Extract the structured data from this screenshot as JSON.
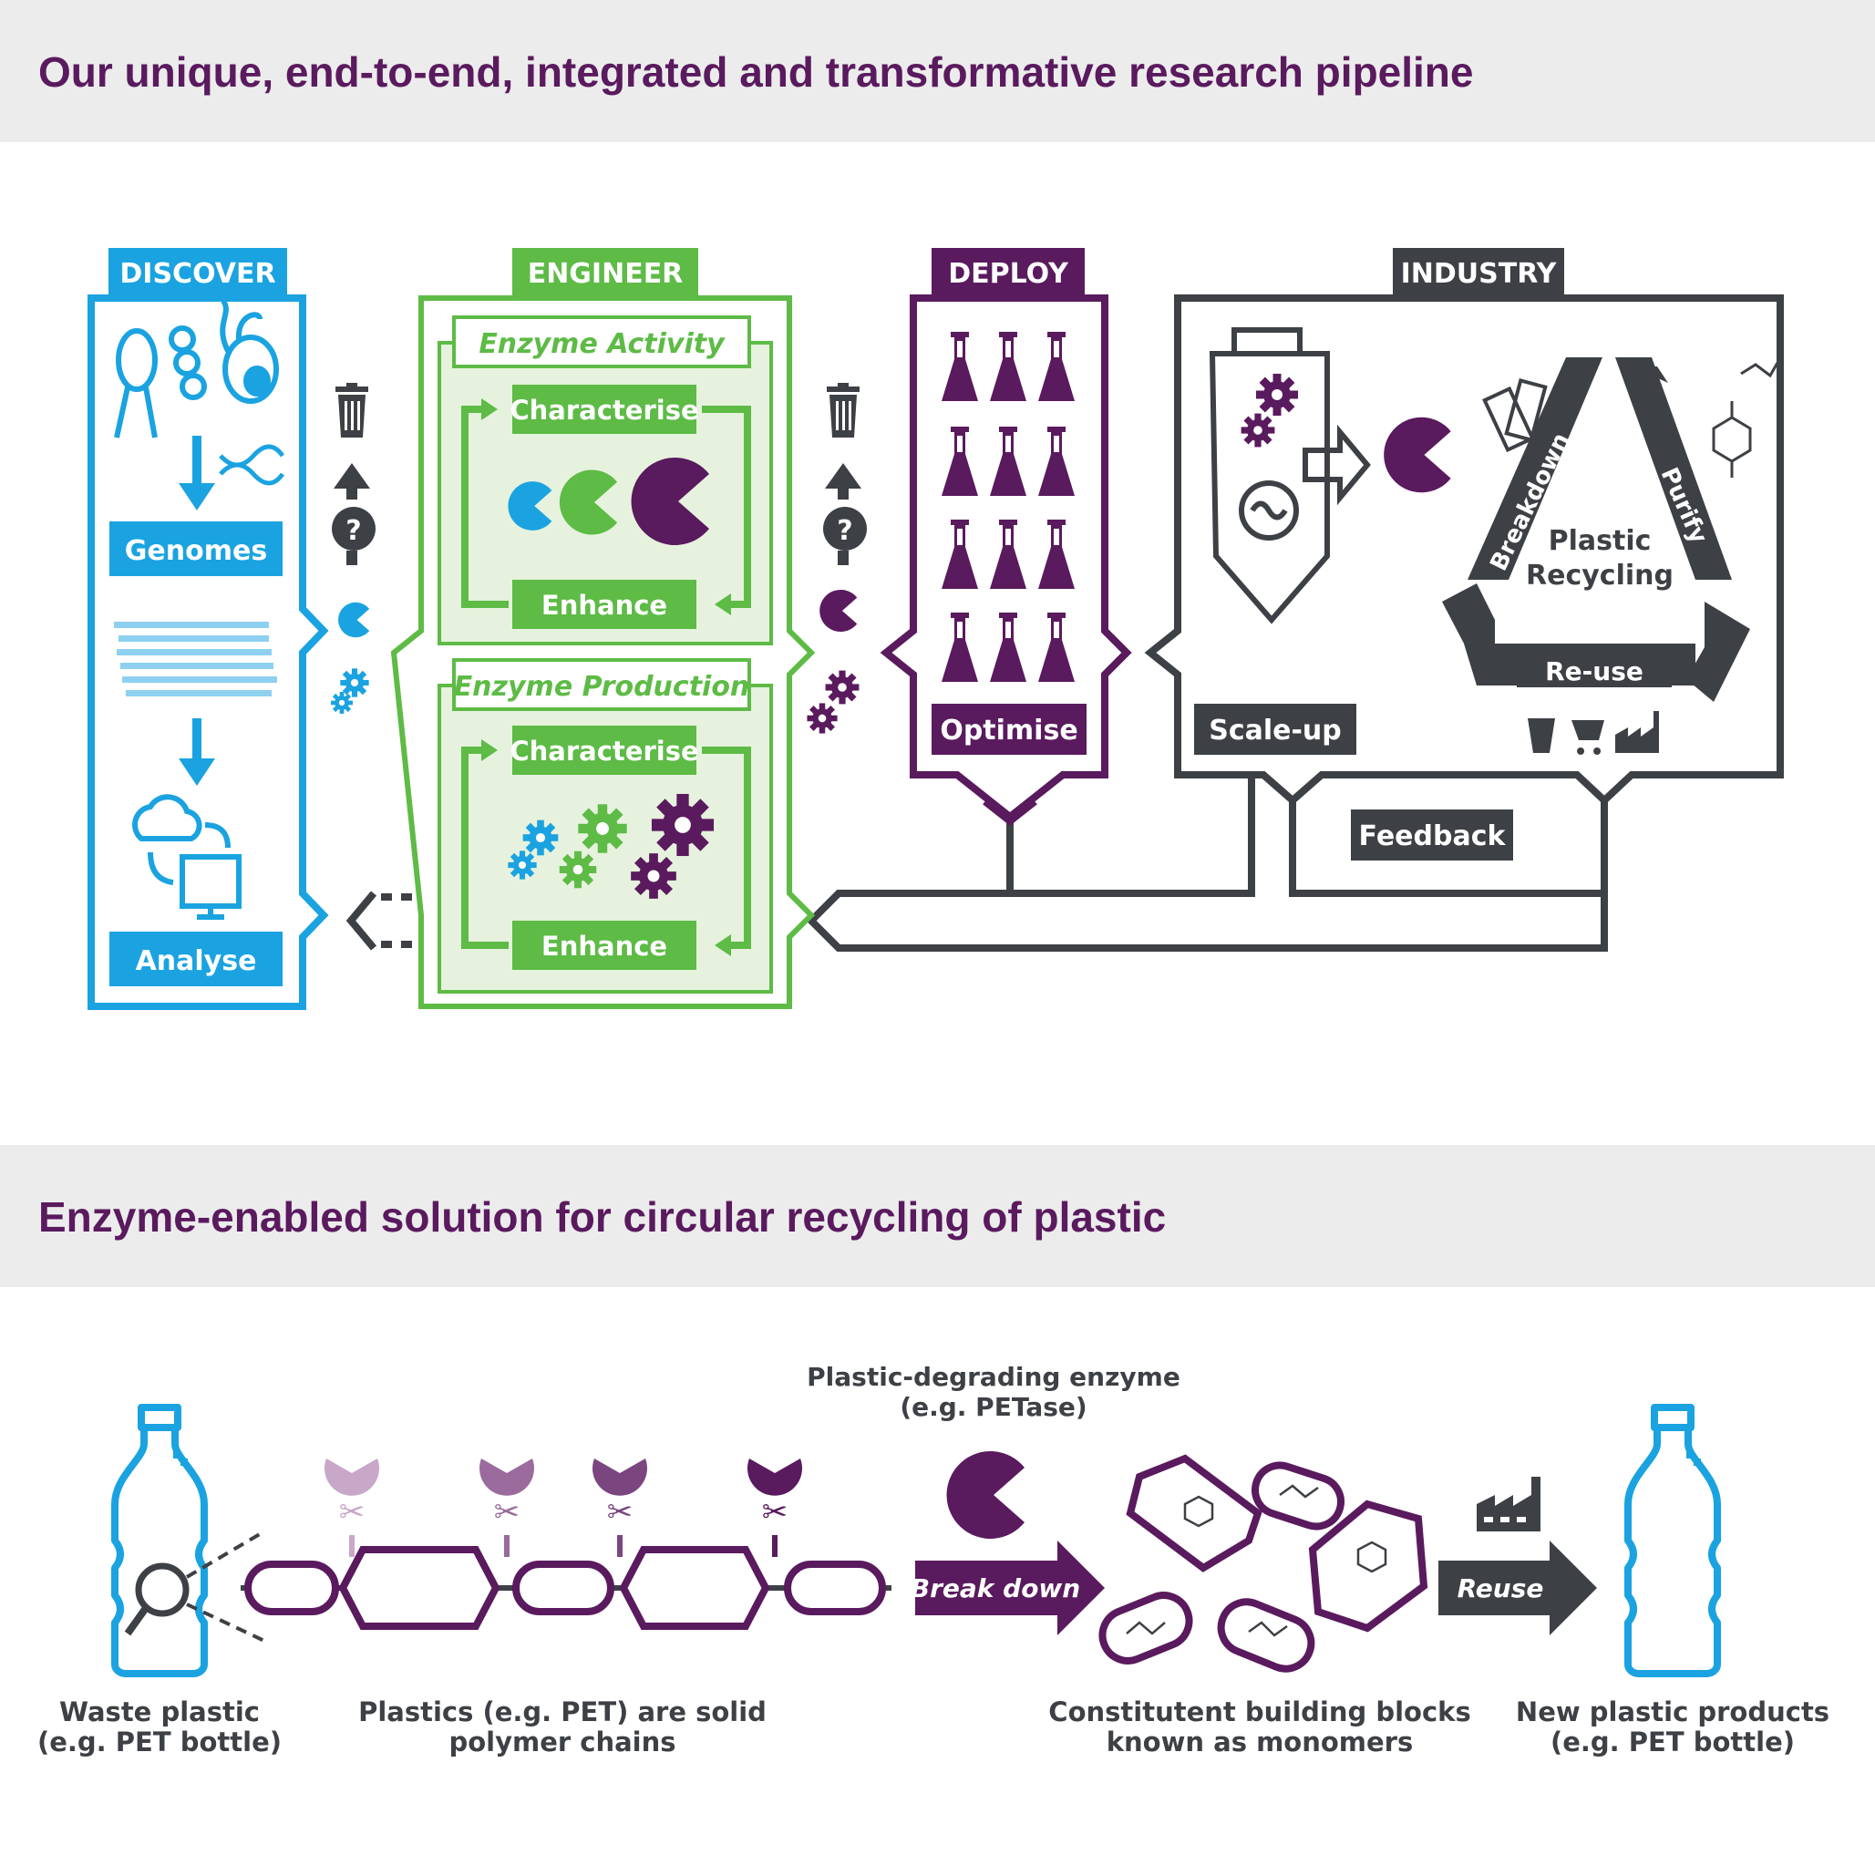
{
  "pipeline": {
    "title": "Our unique, end-to-end, integrated and transformative research pipeline",
    "discover": {
      "header": "DISCOVER",
      "genomes": "Genomes",
      "analyse": "Analyse"
    },
    "engineer": {
      "header": "ENGINEER",
      "activity": {
        "title": "Enzyme Activity",
        "characterise": "Characterise",
        "enhance": "Enhance"
      },
      "production": {
        "title": "Enzyme Production",
        "characterise": "Characterise",
        "enhance": "Enhance"
      }
    },
    "deploy": {
      "header": "DEPLOY",
      "optimise": "Optimise"
    },
    "industry": {
      "header": "INDUSTRY",
      "scaleup": "Scale-up",
      "cycle_center": "Plastic Recycling",
      "breakdown": "Breakdown",
      "purify": "Purify",
      "reuse": "Re-use",
      "feedback": "Feedback"
    },
    "question_mark": "?",
    "colors": {
      "blue": "#1aa3e0",
      "green": "#5dbb46",
      "purple": "#5a1a5e",
      "dark": "#3d4045"
    }
  },
  "circular": {
    "title": "Enzyme-enabled solution for circular recycling of plastic",
    "enzyme_label_1": "Plastic-degrading enzyme",
    "enzyme_label_2": "(e.g. PETase)",
    "break_down": "Break down",
    "reuse": "Reuse",
    "captions": {
      "waste_1": "Waste plastic",
      "waste_2": "(e.g. PET bottle)",
      "chains_1": "Plastics (e.g. PET) are solid",
      "chains_2": "polymer chains",
      "monomers_1": "Constitutent building blocks",
      "monomers_2": "known as monomers",
      "new_1": "New plastic products",
      "new_2": "(e.g. PET bottle)"
    }
  }
}
